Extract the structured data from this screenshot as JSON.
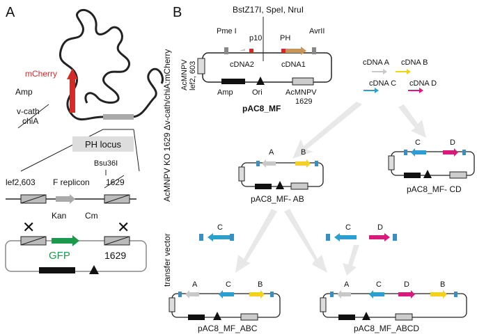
{
  "panel_a": {
    "letter": "A",
    "mcherry": "mCherry",
    "amp": "Amp",
    "vcath": "v-cath",
    "chia": "chiA",
    "ph_locus": "PH locus",
    "bsu": "Bsu36I",
    "lef": "lef2,603",
    "freplicon": "F replicon",
    "n1629": "1629",
    "kan": "Kan",
    "cm": "Cm",
    "gfp": "GFP",
    "n1629b": "1629"
  },
  "panel_b": {
    "letter": "B",
    "vertical_label": "AcMNPV KO 1629 Δv-cath/chiA:mCherry",
    "transfer_vector": "transfer vector",
    "top_sites": "BstZ17I, SpeI, NruI",
    "pmei": "Pme I",
    "p10": "p10",
    "ph": "PH",
    "avrii": "AvrII",
    "cdna2": "cDNA2",
    "cdna1": "cDNA1",
    "lef": "lef2, 603",
    "acmnpv": "AcMNPV",
    "amp": "Amp",
    "ori": "Ori",
    "acmnpv1629_a": "AcMNPV",
    "acmnpv1629_b": "1629",
    "plasmid": "pAC8_MF",
    "cdnaA": "cDNA A",
    "cdnaB": "cDNA B",
    "cdnaC": "cDNA C",
    "cdnaD": "cDNA D",
    "ab_A": "A",
    "ab_B": "B",
    "ab_name": "pAC8_MF- AB",
    "cd_C": "C",
    "cd_D": "D",
    "cd_name": "pAC8_MF- CD",
    "tvC_C": "C",
    "tvCD_C": "C",
    "tvCD_D": "D",
    "abc_A": "A",
    "abc_C": "C",
    "abc_B": "B",
    "abc_name": "pAC8_MF_ABC",
    "abcd_A": "A",
    "abcd_C": "C",
    "abcd_D": "D",
    "abcd_B": "B",
    "abcd_name": "pAC8_MF_ABCD"
  },
  "colors": {
    "mcherry": "#d42a2a",
    "gfp": "#1a9a4a",
    "cdna_a": "#c8c8c8",
    "cdna_b": "#f2d21e",
    "cdna_c": "#2a9fd0",
    "cdna_d": "#d81b7a",
    "ph_arrow": "#c8965a",
    "site_blue": "#3a8fc0"
  }
}
